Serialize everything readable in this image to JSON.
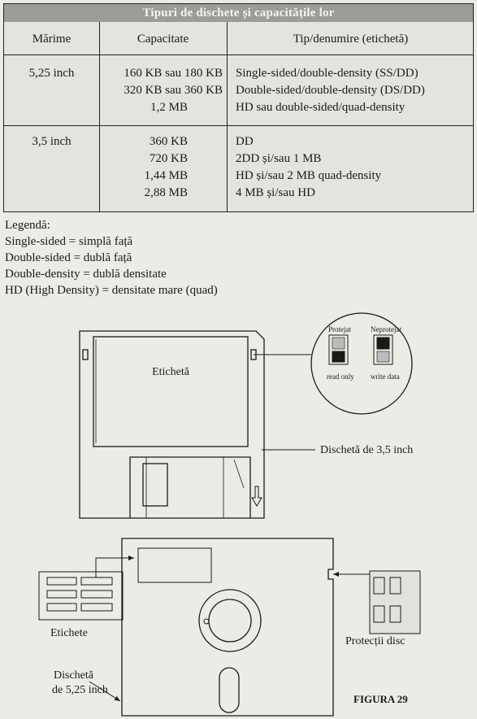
{
  "table": {
    "title": "Tipuri de dischete și capacitățile lor",
    "headers": [
      "Mărime",
      "Capacitate",
      "Tip/denumire (etichetă)"
    ],
    "rows": [
      {
        "size": "5,25 inch",
        "capacities": [
          "160 KB sau 180 KB",
          "320 KB sau 360 KB",
          "1,2 MB"
        ],
        "types": [
          "Single-sided/double-density (SS/DD)",
          "Double-sided/double-density (DS/DD)",
          "HD sau double-sided/quad-density"
        ]
      },
      {
        "size": "3,5 inch",
        "capacities": [
          "360 KB",
          "720 KB",
          "1,44 MB",
          "2,88 MB"
        ],
        "types": [
          "DD",
          "2DD și/sau 1 MB",
          "HD și/sau 2 MB quad-density",
          "4 MB și/sau HD"
        ]
      }
    ]
  },
  "legend": {
    "title": "Legendă:",
    "items": [
      "Single-sided = simplă față",
      "Double-sided = dublă față",
      "Double-density = dublă densitate",
      "HD (High Density) = densitate mare (quad)"
    ]
  },
  "figure": {
    "label_35": "Etichetă",
    "caption_35": "Dischetă de 3,5 inch",
    "protected": "Protejat",
    "unprotected": "Neprotejat",
    "read_only": "read only",
    "write_data": "write data",
    "labels_525": "Etichete",
    "protections": "Protecții disc",
    "caption_525_line1": "Dischetă",
    "caption_525_line2": "de 5,25 inch",
    "figure_label": "FIGURA 29"
  }
}
